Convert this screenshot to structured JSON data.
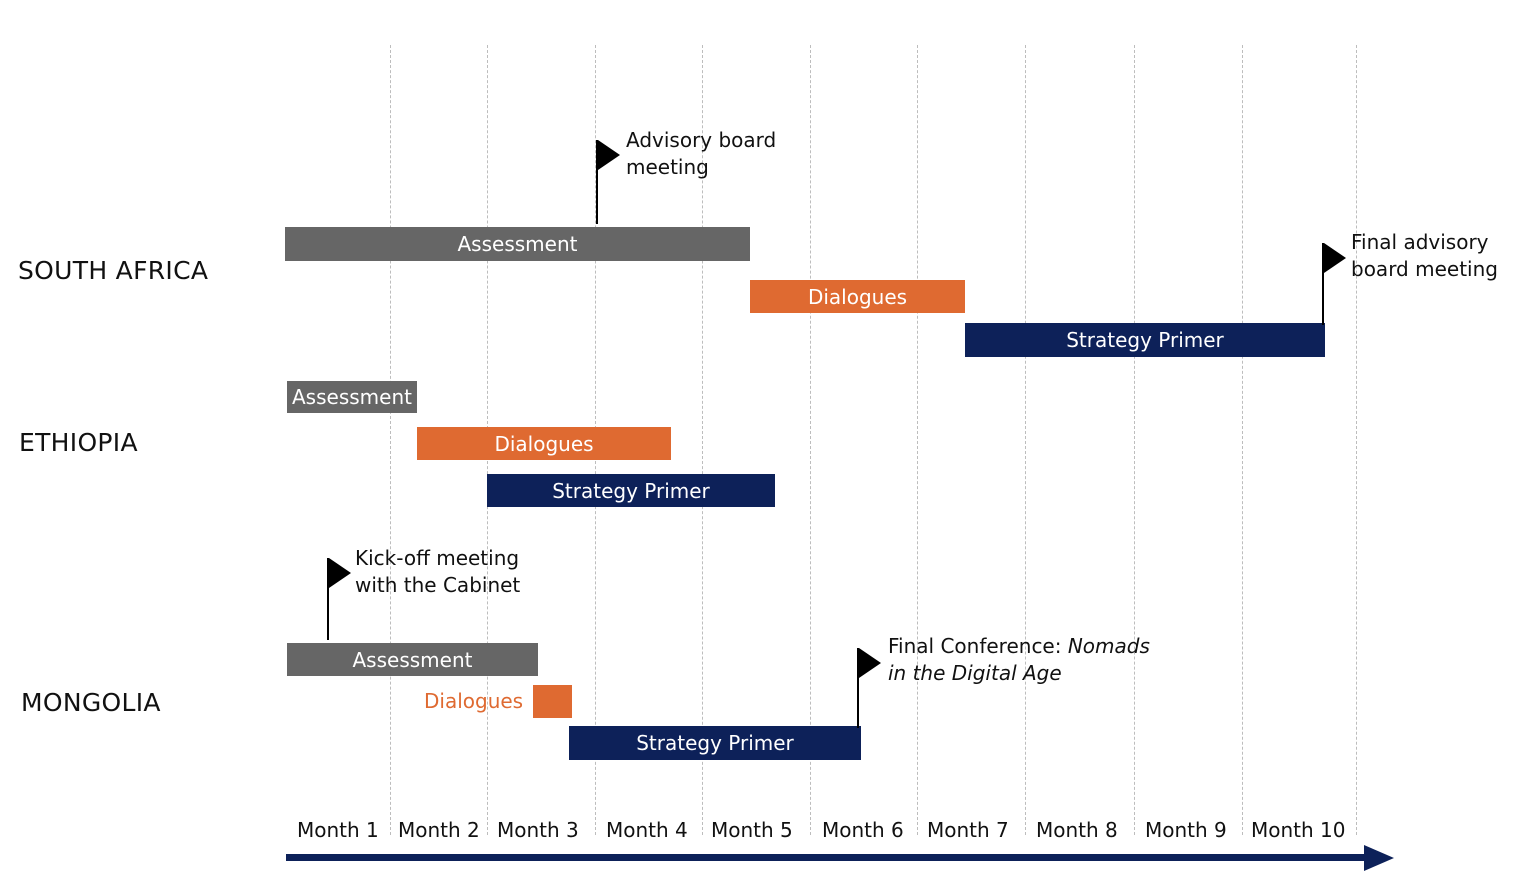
{
  "countries": {
    "south_africa": "SOUTH AFRICA",
    "ethiopia": "ETHIOPIA",
    "mongolia": "MONGOLIA"
  },
  "bars": {
    "south_africa": {
      "assessment": "Assessment",
      "dialogues": "Dialogues",
      "strategy": "Strategy Primer"
    },
    "ethiopia": {
      "assessment": "Assessment",
      "dialogues": "Dialogues",
      "strategy": "Strategy Primer"
    },
    "mongolia": {
      "assessment": "Assessment",
      "dialogues": "Dialogues",
      "strategy": "Strategy Primer"
    }
  },
  "milestones": {
    "advisory_board": [
      "Advisory board",
      "meeting"
    ],
    "final_advisory": [
      "Final advisory",
      "board meeting"
    ],
    "kickoff": [
      "Kick-off meeting",
      "with the Cabinet"
    ],
    "final_conference": {
      "prefix": "Final Conference: ",
      "italic_1": "Nomads",
      "italic_2": "in the Digital Age"
    }
  },
  "months": [
    "Month 1",
    "Month 2",
    "Month 3",
    "Month 4",
    "Month 5",
    "Month 6",
    "Month 7",
    "Month 8",
    "Month 9",
    "Month 10"
  ],
  "colors": {
    "assessment": "#666666",
    "dialogues": "#df6a31",
    "strategy": "#0d2159"
  }
}
